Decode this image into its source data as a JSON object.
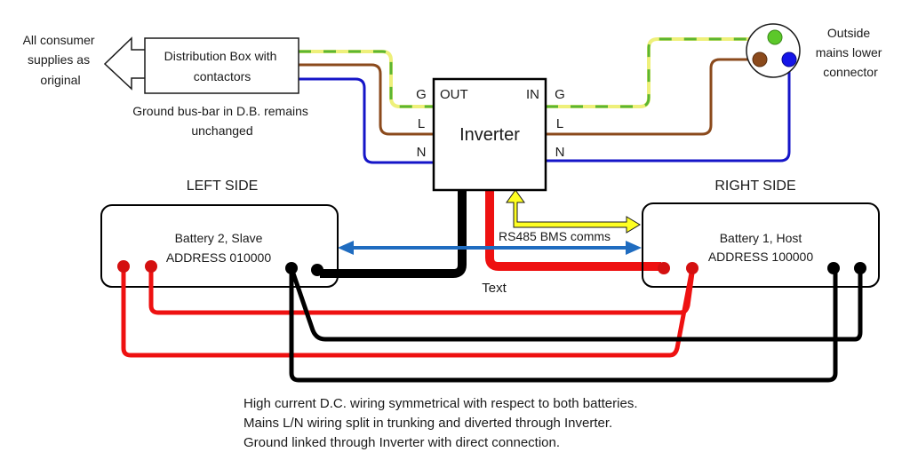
{
  "consumer_note": [
    "All consumer",
    "supplies as",
    "original"
  ],
  "distribution_box": {
    "label": [
      "Distribution Box with",
      "contactors"
    ],
    "note": [
      "Ground bus-bar in D.B. remains",
      "unchanged"
    ]
  },
  "inverter": {
    "title": "Inverter",
    "out_label": "OUT",
    "in_label": "IN",
    "terminals_left": [
      "G",
      "L",
      "N"
    ],
    "terminals_right": [
      "G",
      "L",
      "N"
    ]
  },
  "mains_connector": {
    "label": [
      "Outside",
      "mains lower",
      "connector"
    ]
  },
  "left_side": {
    "heading": "LEFT SIDE",
    "battery_name": "Battery 2, Slave",
    "battery_address": "ADDRESS 010000"
  },
  "right_side": {
    "heading": "RIGHT SIDE",
    "battery_name": "Battery 1, Host",
    "battery_address": "ADDRESS 100000"
  },
  "comms_label": "RS485 BMS comms",
  "placeholder_text": "Text",
  "notes": [
    "High current D.C. wiring symmetrical with respect to both batteries.",
    "Mains L/N wiring split in trunking and diverted through Inverter.",
    "Ground linked through Inverter with direct connection."
  ],
  "colors": {
    "earth_base": "#eef07a",
    "earth_stripe": "#5bb531",
    "live": "#8b4a1c",
    "neutral": "#1515c8",
    "dc_positive": "#ee1111",
    "dc_negative": "#000000",
    "rs485_yellow": "#ffff22",
    "rs485_blue": "#1f6cc0"
  }
}
